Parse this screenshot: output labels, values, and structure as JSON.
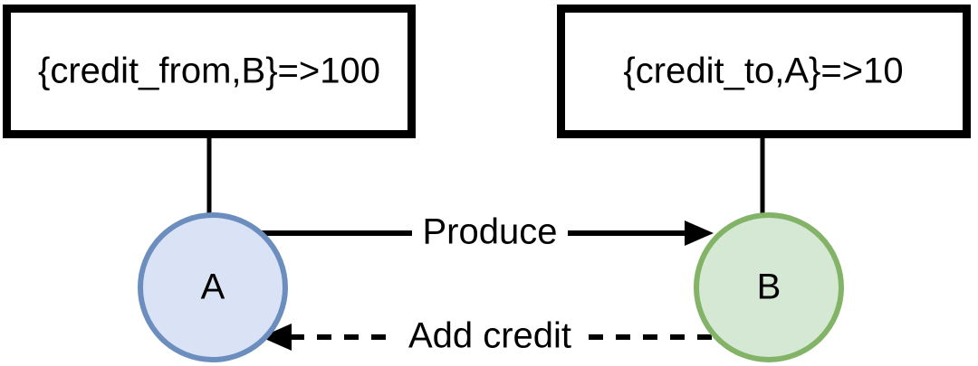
{
  "diagram": {
    "type": "node-edge-diagram",
    "background": "#ffffff",
    "boxes": [
      {
        "id": "credit-from-box",
        "text": "{credit_from,B}=>100",
        "border_color": "#000000",
        "fill_color": "#ffffff"
      },
      {
        "id": "credit-to-box",
        "text": "{credit_to,A}=>10",
        "border_color": "#000000",
        "fill_color": "#ffffff"
      }
    ],
    "nodes": [
      {
        "id": "node-a",
        "label": "A",
        "fill_color": "#dae3f5",
        "border_color": "#6c8ebf"
      },
      {
        "id": "node-b",
        "label": "B",
        "fill_color": "#d5e8d4",
        "border_color": "#82b366"
      }
    ],
    "edges": [
      {
        "id": "edge-produce",
        "label": "Produce",
        "from": "A",
        "to": "B",
        "style": "solid",
        "color": "#000000"
      },
      {
        "id": "edge-add-credit",
        "label": "Add credit",
        "from": "B",
        "to": "A",
        "style": "dashed",
        "color": "#000000"
      }
    ]
  }
}
